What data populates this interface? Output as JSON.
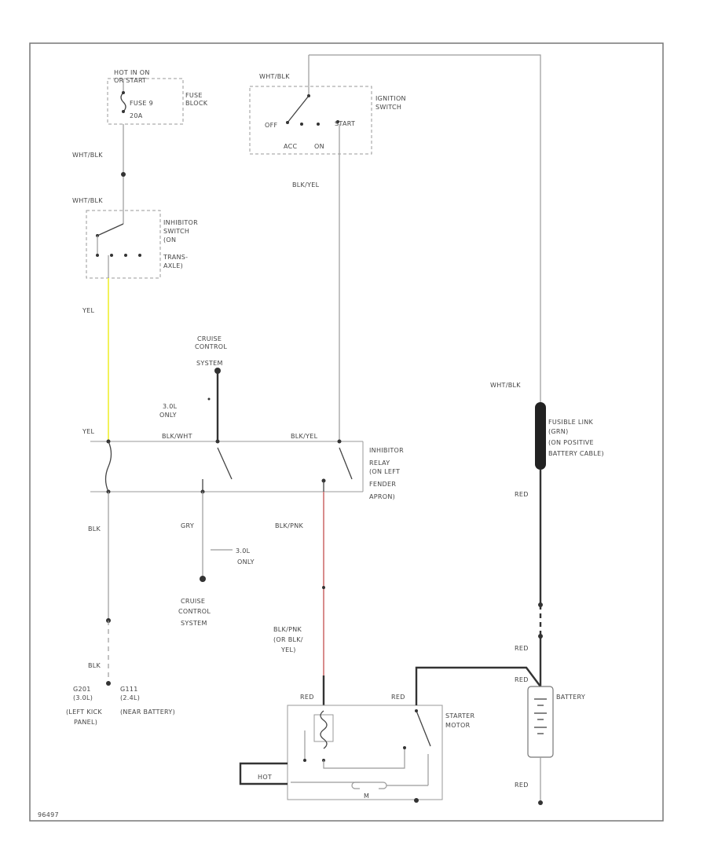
{
  "colors": {
    "yellow_wire": "#f2f25a",
    "pink_wire": "#d88c8c",
    "line": "#9a9a9a",
    "dark": "#333333"
  },
  "labels": {
    "hot_in_on": "HOT IN ON",
    "or_start": "OR START",
    "fuse": "FUSE 9",
    "fuse_amp": "20A",
    "fuse_block_1": "FUSE",
    "fuse_block_2": "BLOCK",
    "wht_blk_fuse": "WHT/BLK",
    "wht_blk_inhibitor": "WHT/BLK",
    "inhibitor_sw_1": "INHIBITOR",
    "inhibitor_sw_2": "SWITCH",
    "inhibitor_sw_3": "(ON",
    "inhibitor_sw_4": "TRANS-",
    "inhibitor_sw_5": "AXLE)",
    "wht_blk_ign": "WHT/BLK",
    "ign_sw_1": "IGNITION",
    "ign_sw_2": "SWITCH",
    "off": "OFF",
    "start": "START",
    "acc": "ACC",
    "on": "ON",
    "blk_yel_ign": "BLK/YEL",
    "yel_top": "YEL",
    "cruise_top_1": "CRUISE",
    "cruise_top_2": "CONTROL",
    "cruise_top_3": "SYSTEM",
    "only_3l_top_1": "3.0L",
    "only_3l_top_2": "ONLY",
    "yel_relay": "YEL",
    "blk_wht": "BLK/WHT",
    "blk_yel_relay": "BLK/YEL",
    "inhibitor_relay_1": "INHIBITOR",
    "inhibitor_relay_2": "RELAY",
    "inhibitor_relay_3": "(ON LEFT",
    "inhibitor_relay_4": "FENDER",
    "inhibitor_relay_5": "APRON)",
    "wht_blk_battery": "WHT/BLK",
    "fusible_1": "FUSIBLE LINK",
    "fusible_2": "(GRN)",
    "fusible_3": "(ON POSITIVE",
    "fusible_4": "BATTERY CABLE)",
    "red_fusible": "RED",
    "blk_left": "BLK",
    "gry": "GRY",
    "only_3l_bot_1": "3.0L",
    "only_3l_bot_2": "ONLY",
    "blk_pnk": "BLK/PNK",
    "cruise_bot_1": "CRUISE",
    "cruise_bot_2": "CONTROL",
    "cruise_bot_3": "SYSTEM",
    "red_mid": "RED",
    "blk_pnk_2_1": "BLK/PNK",
    "blk_pnk_2_2": "(OR BLK/",
    "blk_pnk_2_3": "YEL)",
    "blk_bottom": "BLK",
    "g201_1": "G201",
    "g201_2": "(3.0L)",
    "g201_3": "(LEFT KICK",
    "g201_4": "PANEL)",
    "g111_1": "G111",
    "g111_2": "(2.4L)",
    "g111_3": "(NEAR BATTERY)",
    "red_starter_1": "RED",
    "red_starter_2": "RED",
    "starter_1": "STARTER",
    "starter_2": "MOTOR",
    "red_battery": "RED",
    "battery": "BATTERY",
    "red_battery_bottom": "RED",
    "hot_label": "HOT",
    "m_label": "M",
    "figure_id": "96497"
  }
}
